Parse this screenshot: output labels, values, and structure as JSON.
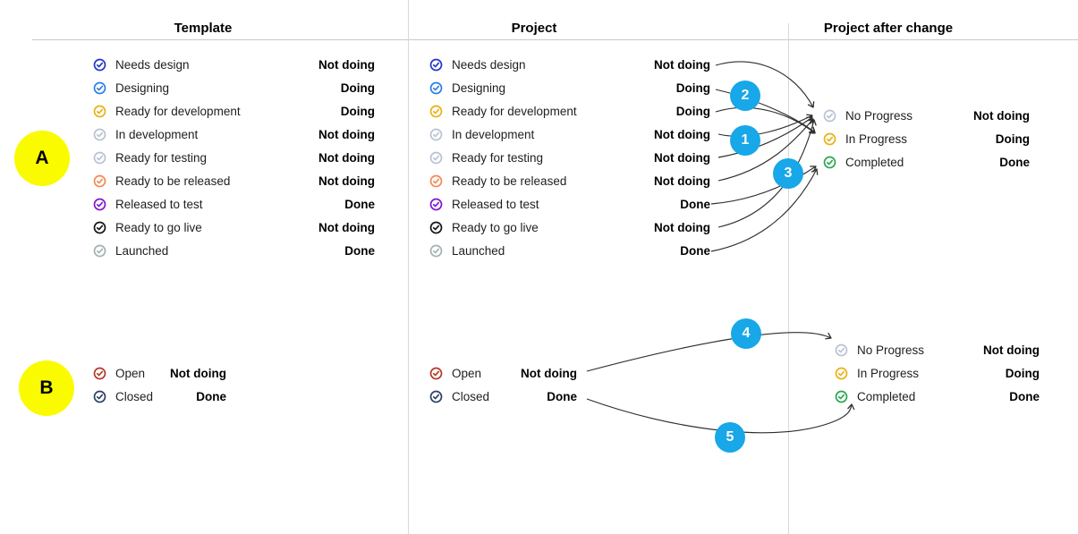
{
  "columns": [
    {
      "title": "Template"
    },
    {
      "title": "Project"
    },
    {
      "title": "Project after change"
    }
  ],
  "section_a": {
    "marker": "A",
    "template_rows": [
      {
        "status": "Needs design",
        "category": "Not doing",
        "color": "#2336c9"
      },
      {
        "status": "Designing",
        "category": "Doing",
        "color": "#2c7fe8"
      },
      {
        "status": "Ready for development",
        "category": "Doing",
        "color": "#e9b116"
      },
      {
        "status": "In development",
        "category": "Not doing",
        "color": "#b9c3d4"
      },
      {
        "status": "Ready for testing",
        "category": "Not doing",
        "color": "#b9c3d4"
      },
      {
        "status": "Ready to be released",
        "category": "Not doing",
        "color": "#f28b54"
      },
      {
        "status": "Released to test",
        "category": "Done",
        "color": "#8017d1"
      },
      {
        "status": "Ready to go live",
        "category": "Not doing",
        "color": "#161616"
      },
      {
        "status": "Launched",
        "category": "Done",
        "color": "#a3b2b2"
      }
    ],
    "project_rows": [
      {
        "status": "Needs design",
        "category": "Not doing",
        "color": "#2336c9"
      },
      {
        "status": "Designing",
        "category": "Doing",
        "color": "#2c7fe8"
      },
      {
        "status": "Ready for development",
        "category": "Doing",
        "color": "#e9b116"
      },
      {
        "status": "In development",
        "category": "Not doing",
        "color": "#b9c3d4"
      },
      {
        "status": "Ready for testing",
        "category": "Not doing",
        "color": "#b9c3d4"
      },
      {
        "status": "Ready to be released",
        "category": "Not doing",
        "color": "#f28b54"
      },
      {
        "status": "Released to test",
        "category": "Done",
        "color": "#8017d1"
      },
      {
        "status": "Ready to go live",
        "category": "Not doing",
        "color": "#161616"
      },
      {
        "status": "Launched",
        "category": "Done",
        "color": "#a3b2b2"
      }
    ],
    "result_rows": [
      {
        "status": "No Progress",
        "category": "Not doing",
        "color": "#b9c3d4"
      },
      {
        "status": "In Progress",
        "category": "Doing",
        "color": "#e9b116"
      },
      {
        "status": "Completed",
        "category": "Done",
        "color": "#2aa84f"
      }
    ]
  },
  "section_b": {
    "marker": "B",
    "template_rows": [
      {
        "status": "Open",
        "category": "Not doing",
        "color": "#b23b2b"
      },
      {
        "status": "Closed",
        "category": "Done",
        "color": "#2e4164"
      }
    ],
    "project_rows": [
      {
        "status": "Open",
        "category": "Not doing",
        "color": "#b23b2b"
      },
      {
        "status": "Closed",
        "category": "Done",
        "color": "#2e4164"
      }
    ],
    "result_rows": [
      {
        "status": "No Progress",
        "category": "Not doing",
        "color": "#b9c3d4"
      },
      {
        "status": "In Progress",
        "category": "Doing",
        "color": "#e9b116"
      },
      {
        "status": "Completed",
        "category": "Done",
        "color": "#2aa84f"
      }
    ]
  },
  "badges": [
    {
      "label": "1"
    },
    {
      "label": "2"
    },
    {
      "label": "3"
    },
    {
      "label": "4"
    },
    {
      "label": "5"
    }
  ],
  "arrows": [
    {
      "section": "A",
      "from": "Needs design",
      "to": "No Progress"
    },
    {
      "section": "A",
      "from": "Designing",
      "to": "In Progress",
      "badge": "2"
    },
    {
      "section": "A",
      "from": "Ready for development",
      "to": "In Progress"
    },
    {
      "section": "A",
      "from": "In development",
      "to": "No Progress",
      "badge": "1"
    },
    {
      "section": "A",
      "from": "Ready for testing",
      "to": "No Progress"
    },
    {
      "section": "A",
      "from": "Ready to be released",
      "to": "No Progress"
    },
    {
      "section": "A",
      "from": "Released to test",
      "to": "Completed",
      "badge": "3"
    },
    {
      "section": "A",
      "from": "Ready to go live",
      "to": "No Progress"
    },
    {
      "section": "A",
      "from": "Launched",
      "to": "Completed"
    },
    {
      "section": "B",
      "from": "Open",
      "to": "No Progress",
      "badge": "4"
    },
    {
      "section": "B",
      "from": "Closed",
      "to": "Completed",
      "badge": "5"
    }
  ],
  "colors": {
    "badge_bg": "#18a7e8",
    "marker_bg": "#fbfb00",
    "arrow_stroke": "#2e2e2e",
    "divider": "#d8d8d8"
  }
}
